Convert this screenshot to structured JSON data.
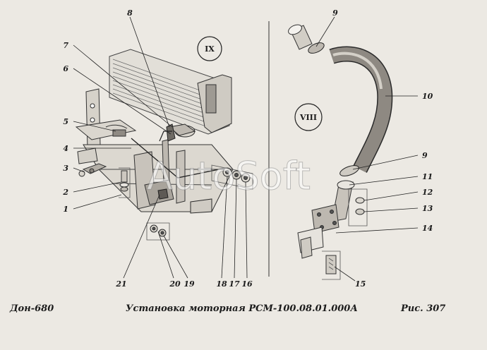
{
  "callouts": {
    "n1": "1",
    "n2": "2",
    "n3": "3",
    "n4": "4",
    "n5": "5",
    "n6": "6",
    "n7": "7",
    "n8": "8",
    "n9a": "9",
    "n9b": "9",
    "n10": "10",
    "n11": "11",
    "n12": "12",
    "n13": "13",
    "n14": "14",
    "n15": "15",
    "n16": "16",
    "n17": "17",
    "n18": "18",
    "n19": "19",
    "n20": "20",
    "n21": "21"
  },
  "views": {
    "ix": "IX",
    "viii": "VIII"
  },
  "watermark": "AutoSoft",
  "footer": {
    "model": "Дон-680",
    "caption": "Установка моторная РСМ-100.08.01.000А",
    "figure": "Рис.  307"
  }
}
